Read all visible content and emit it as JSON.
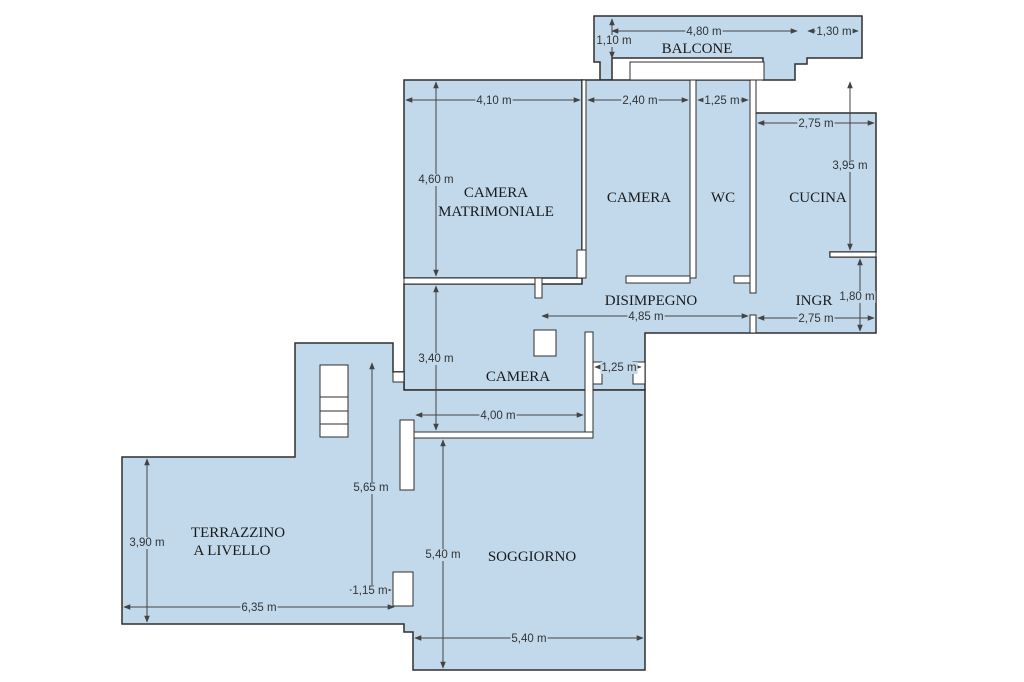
{
  "colors": {
    "floor": "#c2d9ec",
    "outline": "#2f2f2f",
    "wall": "#ffffff",
    "dimension": "#444444",
    "text": "#1a1a1a"
  },
  "rooms": {
    "balcone": "BALCONE",
    "camera_matrimoniale": [
      "CAMERA",
      "MATRIMONIALE"
    ],
    "camera_1": "CAMERA",
    "wc": "WC",
    "cucina": "CUCINA",
    "disimpegno": "DISIMPEGNO",
    "ingr": "INGR",
    "camera_2": "CAMERA",
    "terrazzino": [
      "TERRAZZINO",
      "A LIVELLO"
    ],
    "soggiorno": "SOGGIORNO"
  },
  "dimensions": {
    "balcone_width": "4,80 m",
    "balcone_depth": "1,10 m",
    "balcone_side": "1,30 m",
    "matrimoniale_width": "4,10 m",
    "matrimoniale_depth": "4,60 m",
    "camera1_width": "2,40 m",
    "wc_width": "1,25 m",
    "cucina_width": "2,75 m",
    "cucina_depth": "3,95 m",
    "ingr_depth": "1,80 m",
    "ingr_width": "2,75 m",
    "disimpegno_width": "4,85 m",
    "camera2_depth": "3,40 m",
    "camera2_width": "4,00 m",
    "passage_width": "1,25 m",
    "terrazzino_depth_total": "5,65 m",
    "terrazzino_depth": "3,90 m",
    "terrazzino_width": "6,35 m",
    "terrazzino_step": "1,15 m",
    "soggiorno_depth": "5,40 m",
    "soggiorno_width": "5,40 m"
  }
}
